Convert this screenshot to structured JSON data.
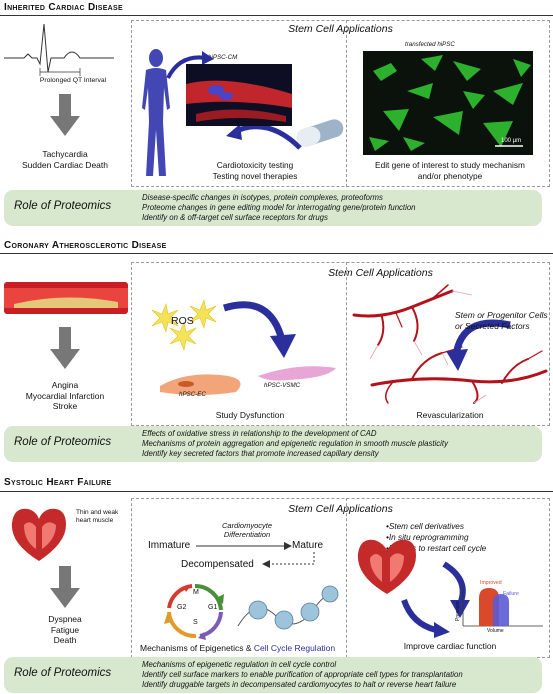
{
  "sections": [
    {
      "title": "Inherited Cardiac Disease",
      "ecg_label": "Prolonged QT Interval",
      "outcome": [
        "Tachycardia",
        "Sudden Cardiac Death"
      ],
      "stem_title": "Stem Cell Applications",
      "cell_label": "hiPSC-CM",
      "left_caption_1": "Cardiotoxicity testing",
      "left_caption_2": "Testing novel therapies",
      "micro_label": "transfected hiPSC",
      "scale_bar": "100 µm",
      "right_caption_1": "Edit gene of interest to study mechanism",
      "right_caption_2": "and/or phenotype",
      "proteomics_title": "Role of Proteomics",
      "proteomics_items": [
        "Disease-specific changes in isotypes, protein complexes, proteoforms",
        "Proteome changes in gene editing model for interrogating gene/protein function",
        "Identify on & off-target cell surface receptors for drugs"
      ]
    },
    {
      "title": "Coronary Atherosclerotic Disease",
      "outcome": [
        "Angina",
        "Myocardial Infarction",
        "Stroke"
      ],
      "stem_title": "Stem Cell Applications",
      "ros_label": "ROS",
      "ec_label": "hPSC-EC",
      "vsmc_label": "hPSC-VSMC",
      "left_caption": "Study Dysfunction",
      "progenitor_1": "Stem or Progenitor Cells",
      "progenitor_2": "or Secreted Factors",
      "right_caption": "Revascularization",
      "proteomics_title": "Role of Proteomics",
      "proteomics_items": [
        "Effects of oxidative stress in relationship to the development of CAD",
        "Mechanisms of protein aggregation and epigenetic regulation in smooth muscle plasticity",
        "Identify key secreted factors that promote increased capillary density"
      ]
    },
    {
      "title": "Systolic Heart Failure",
      "heart_note_1": "Thin and weak",
      "heart_note_2": "heart muscle",
      "outcome": [
        "Dyspnea",
        "Fatigue",
        "Death"
      ],
      "stem_title": "Stem Cell Applications",
      "diff_1": "Cardiomyocyte",
      "diff_2": "Differentiation",
      "immature": "Immature",
      "mature": "Mature",
      "decompensated": "Decompensated",
      "cycle_phases": [
        "M",
        "G1",
        "S",
        "G2"
      ],
      "left_caption_a": "Mechanisms of Epigenetics & ",
      "left_caption_b": "Cell Cycle Regulation",
      "bullets": [
        "•Stem cell derivatives",
        "•In situ reprogramming",
        "•Factors to restart cell cycle"
      ],
      "bar_improved": "Improved",
      "bar_failure": "Failure",
      "axis_y": "Pressure",
      "axis_x": "Volume",
      "right_caption": "Improve cardiac function",
      "proteomics_title": "Role of Proteomics",
      "proteomics_items": [
        "Mechanisms of epigenetic regulation in cell cycle control",
        "Identify cell surface markers to enable purification of appropriate cell types for transplantation",
        "Identify druggable targets in decompensated cardiomyocytes to halt or reverse heart failure"
      ]
    }
  ],
  "colors": {
    "proteomics_bg": "#d8e8cf",
    "arrow_blue": "#2a2f9c",
    "vessel_red": "#b3121a",
    "cell_green": "#33cc33",
    "improved": "#d9492b",
    "failure": "#5b5bd6"
  }
}
